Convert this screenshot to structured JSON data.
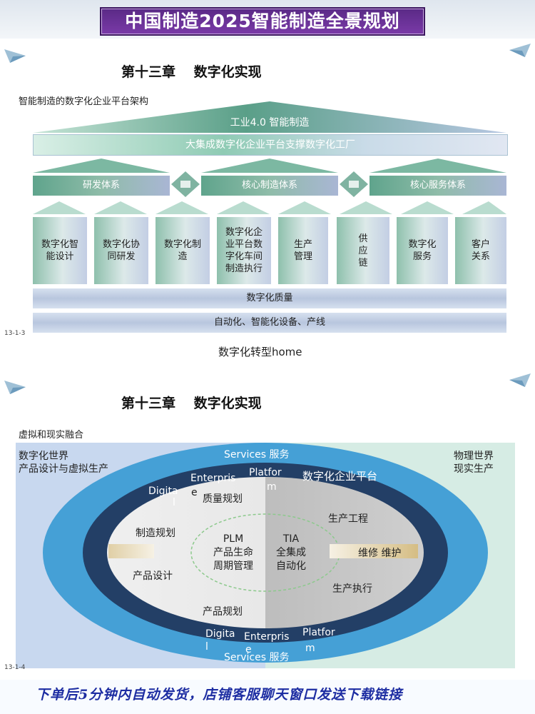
{
  "banner": {
    "title": "中国制造2025智能制造全景规划"
  },
  "slide1": {
    "chapter": "第十三章　 数字化实现",
    "subtitle": "智能制造的数字化企业平台架构",
    "roof": "工业4.0 智能制造",
    "platform": "大集成数字化企业平台支撑数字化工厂",
    "systems": [
      "研发体系",
      "核心制造体系",
      "核心服务体系"
    ],
    "columns": [
      "数字化智能设计",
      "数字化协同研发",
      "数字化制造",
      "数字化企业平台数字化车间制造执行",
      "生产管理",
      "供应链",
      "数字化服务",
      "客户关系"
    ],
    "quality": "数字化质量",
    "base": "自动化、智能化设备、产线",
    "page_code": "13-1-3",
    "caption": "数字化转型home"
  },
  "slide2": {
    "chapter": "第十三章　 数字化实现",
    "subtitle": "虚拟和现实融合",
    "left_top": "数字化世界",
    "left_bottom": "产品设计与虚拟生产",
    "right_top": "物理世界",
    "right_bottom": "现实生产",
    "services_top": "Services 服务",
    "services_bottom": "Services 服务",
    "ring_top": [
      "Digita",
      "l",
      "Enterpris",
      "e",
      "Platfor",
      "m",
      "数字化企业平台"
    ],
    "ring_bottom": [
      "Digita",
      "l",
      "Enterpris",
      "e",
      "Platfor",
      "m"
    ],
    "inner": {
      "quality_plan": "质量规划",
      "manufacturing_plan": "制造规划",
      "product_design": "产品设计",
      "product_plan": "产品规划",
      "plm": [
        "PLM",
        "产品生命",
        "周期管理"
      ],
      "tia": [
        "TIA",
        "全集成",
        "自动化"
      ],
      "production_engineering": "生产工程",
      "maintenance": "维修 维护",
      "production_execution": "生产执行"
    },
    "page_code": "13-1-4"
  },
  "footer": {
    "text": "下单后5分钟内自动发货，店铺客服聊天窗口发送下载链接"
  }
}
